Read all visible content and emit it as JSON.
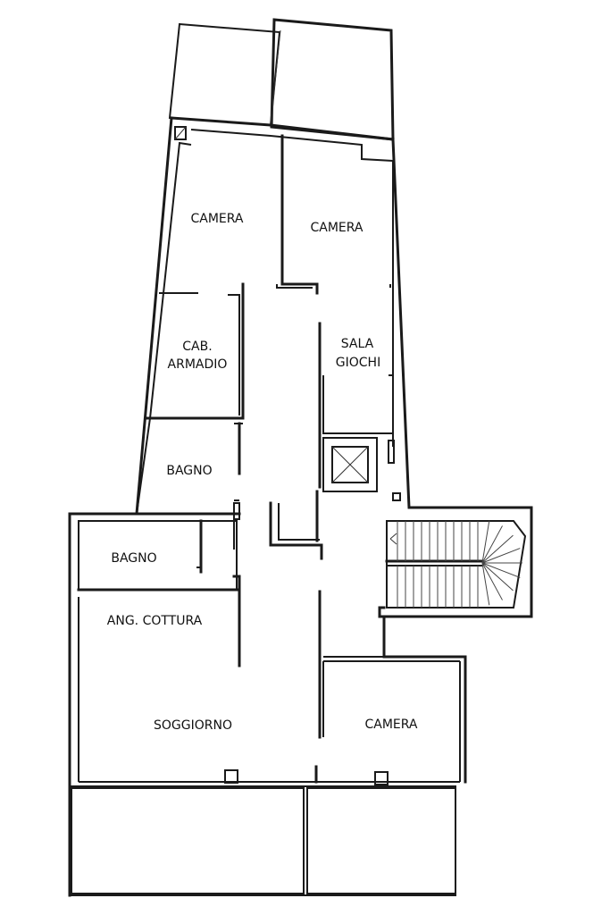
{
  "rooms": {
    "camera_top_left": "CAMERA",
    "camera_top_right": "CAMERA",
    "cab_armadio_line1": "CAB.",
    "cab_armadio_line2": "ARMADIO",
    "sala_giochi_line1": "SALA",
    "sala_giochi_line2": "GIOCHI",
    "bagno_upper": "BAGNO",
    "bagno_lower": "BAGNO",
    "ang_cottura": "ANG. COTTURA",
    "soggiorno": "SOGGIORNO",
    "camera_bottom_right": "CAMERA"
  }
}
